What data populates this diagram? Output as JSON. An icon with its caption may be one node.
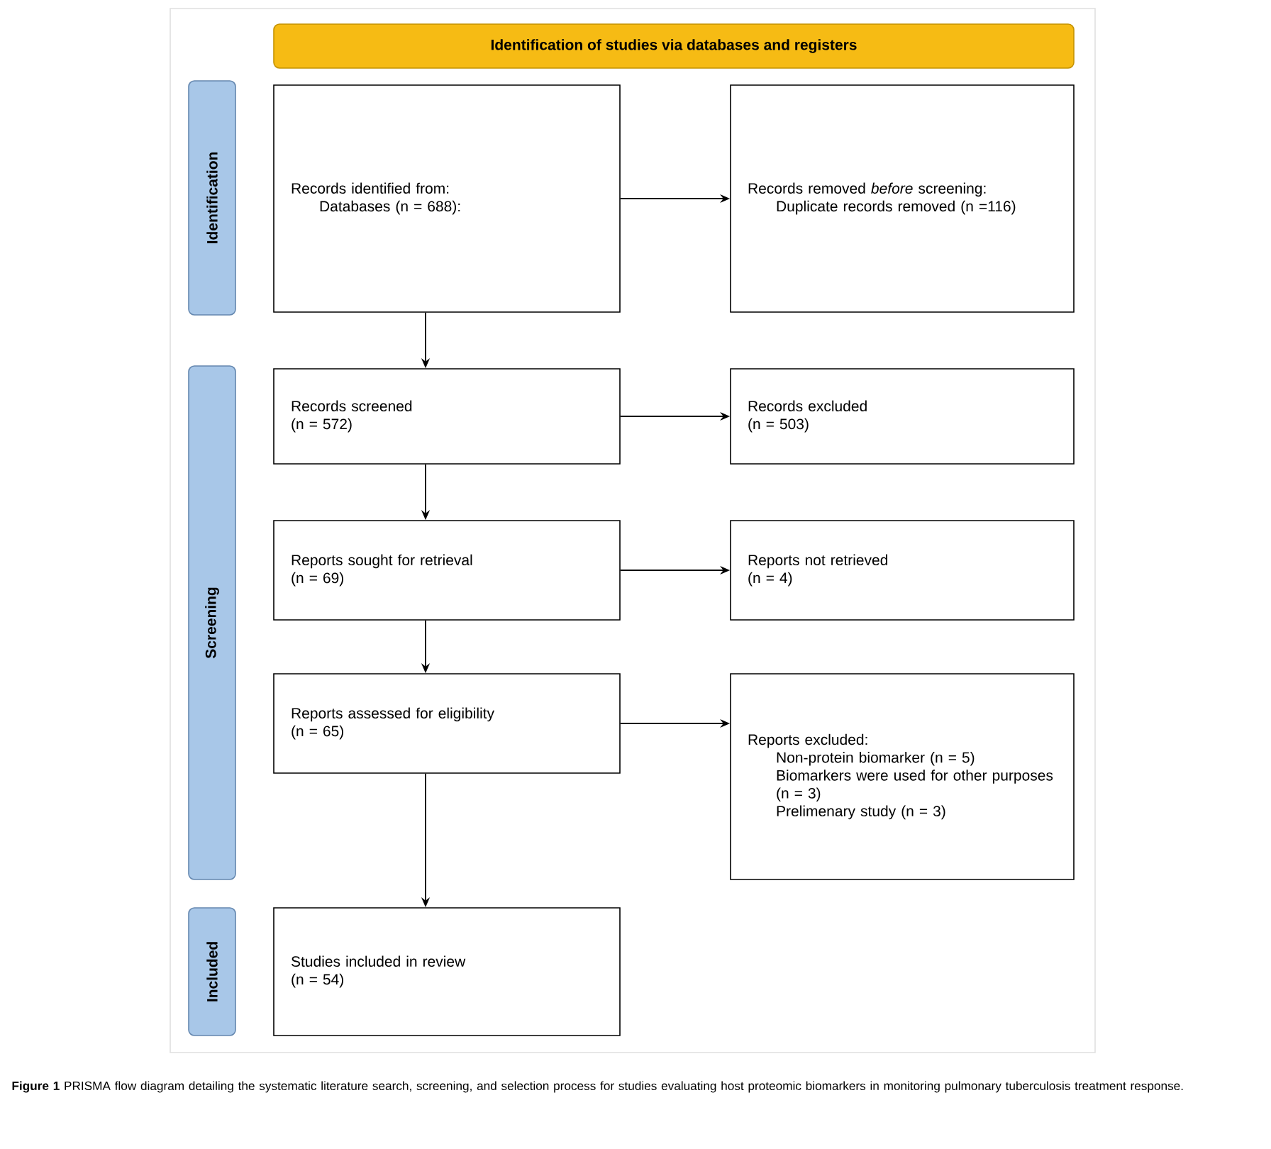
{
  "diagram": {
    "caption": "**Figure 1** PRISMA flow diagram detailing the systematic literature search, screening, and selection process for studies evaluating host proteomic biomarkers in monitoring pulmonary tuberculosis treatment response.",
    "nodes": [
      {
        "text": [
          "Identification of studies via databases and registers"
        ]
      },
      {
        "text": [
          "Identification"
        ]
      },
      {
        "text": [
          "Records identified from:",
          "Databases (n = 688):"
        ]
      },
      {
        "text": [
          "Records removed *before* screening:",
          "Duplicate records removed (n =116)"
        ]
      },
      {
        "text": [
          "Screening"
        ]
      },
      {
        "text": [
          "Records screened",
          "(n = 572)"
        ]
      },
      {
        "text": [
          "Records excluded",
          "(n = 503)"
        ]
      },
      {
        "text": [
          "Reports sought for retrieval",
          "(n = 69)"
        ]
      },
      {
        "text": [
          "Reports not retrieved",
          "(n = 4)"
        ]
      },
      {
        "text": [
          "Reports assessed for eligibility",
          "(n = 65)"
        ]
      },
      {
        "text": [
          "Reports excluded:",
          "Non-protein biomarker (n = 5)",
          "Biomarkers were used for other purposes (n = 3)",
          "Prelimenary study (n = 3)"
        ]
      },
      {
        "text": [
          "Included"
        ]
      },
      {
        "text": [
          "Studies included in review",
          "(n = 54)"
        ]
      }
    ],
    "edges": [
      {
        "from": 2,
        "to": 3,
        "arrow": "to"
      },
      {
        "from": 2,
        "to": 5,
        "arrow": "to"
      },
      {
        "from": 5,
        "to": 6,
        "arrow": "to"
      },
      {
        "from": 5,
        "to": 7,
        "arrow": "to"
      },
      {
        "from": 7,
        "to": 8,
        "arrow": "to"
      },
      {
        "from": 7,
        "to": 9,
        "arrow": "to"
      },
      {
        "from": 9,
        "to": 10,
        "arrow": "to"
      },
      {
        "from": 9,
        "to": 12,
        "arrow": "to"
      }
    ]
  }
}
